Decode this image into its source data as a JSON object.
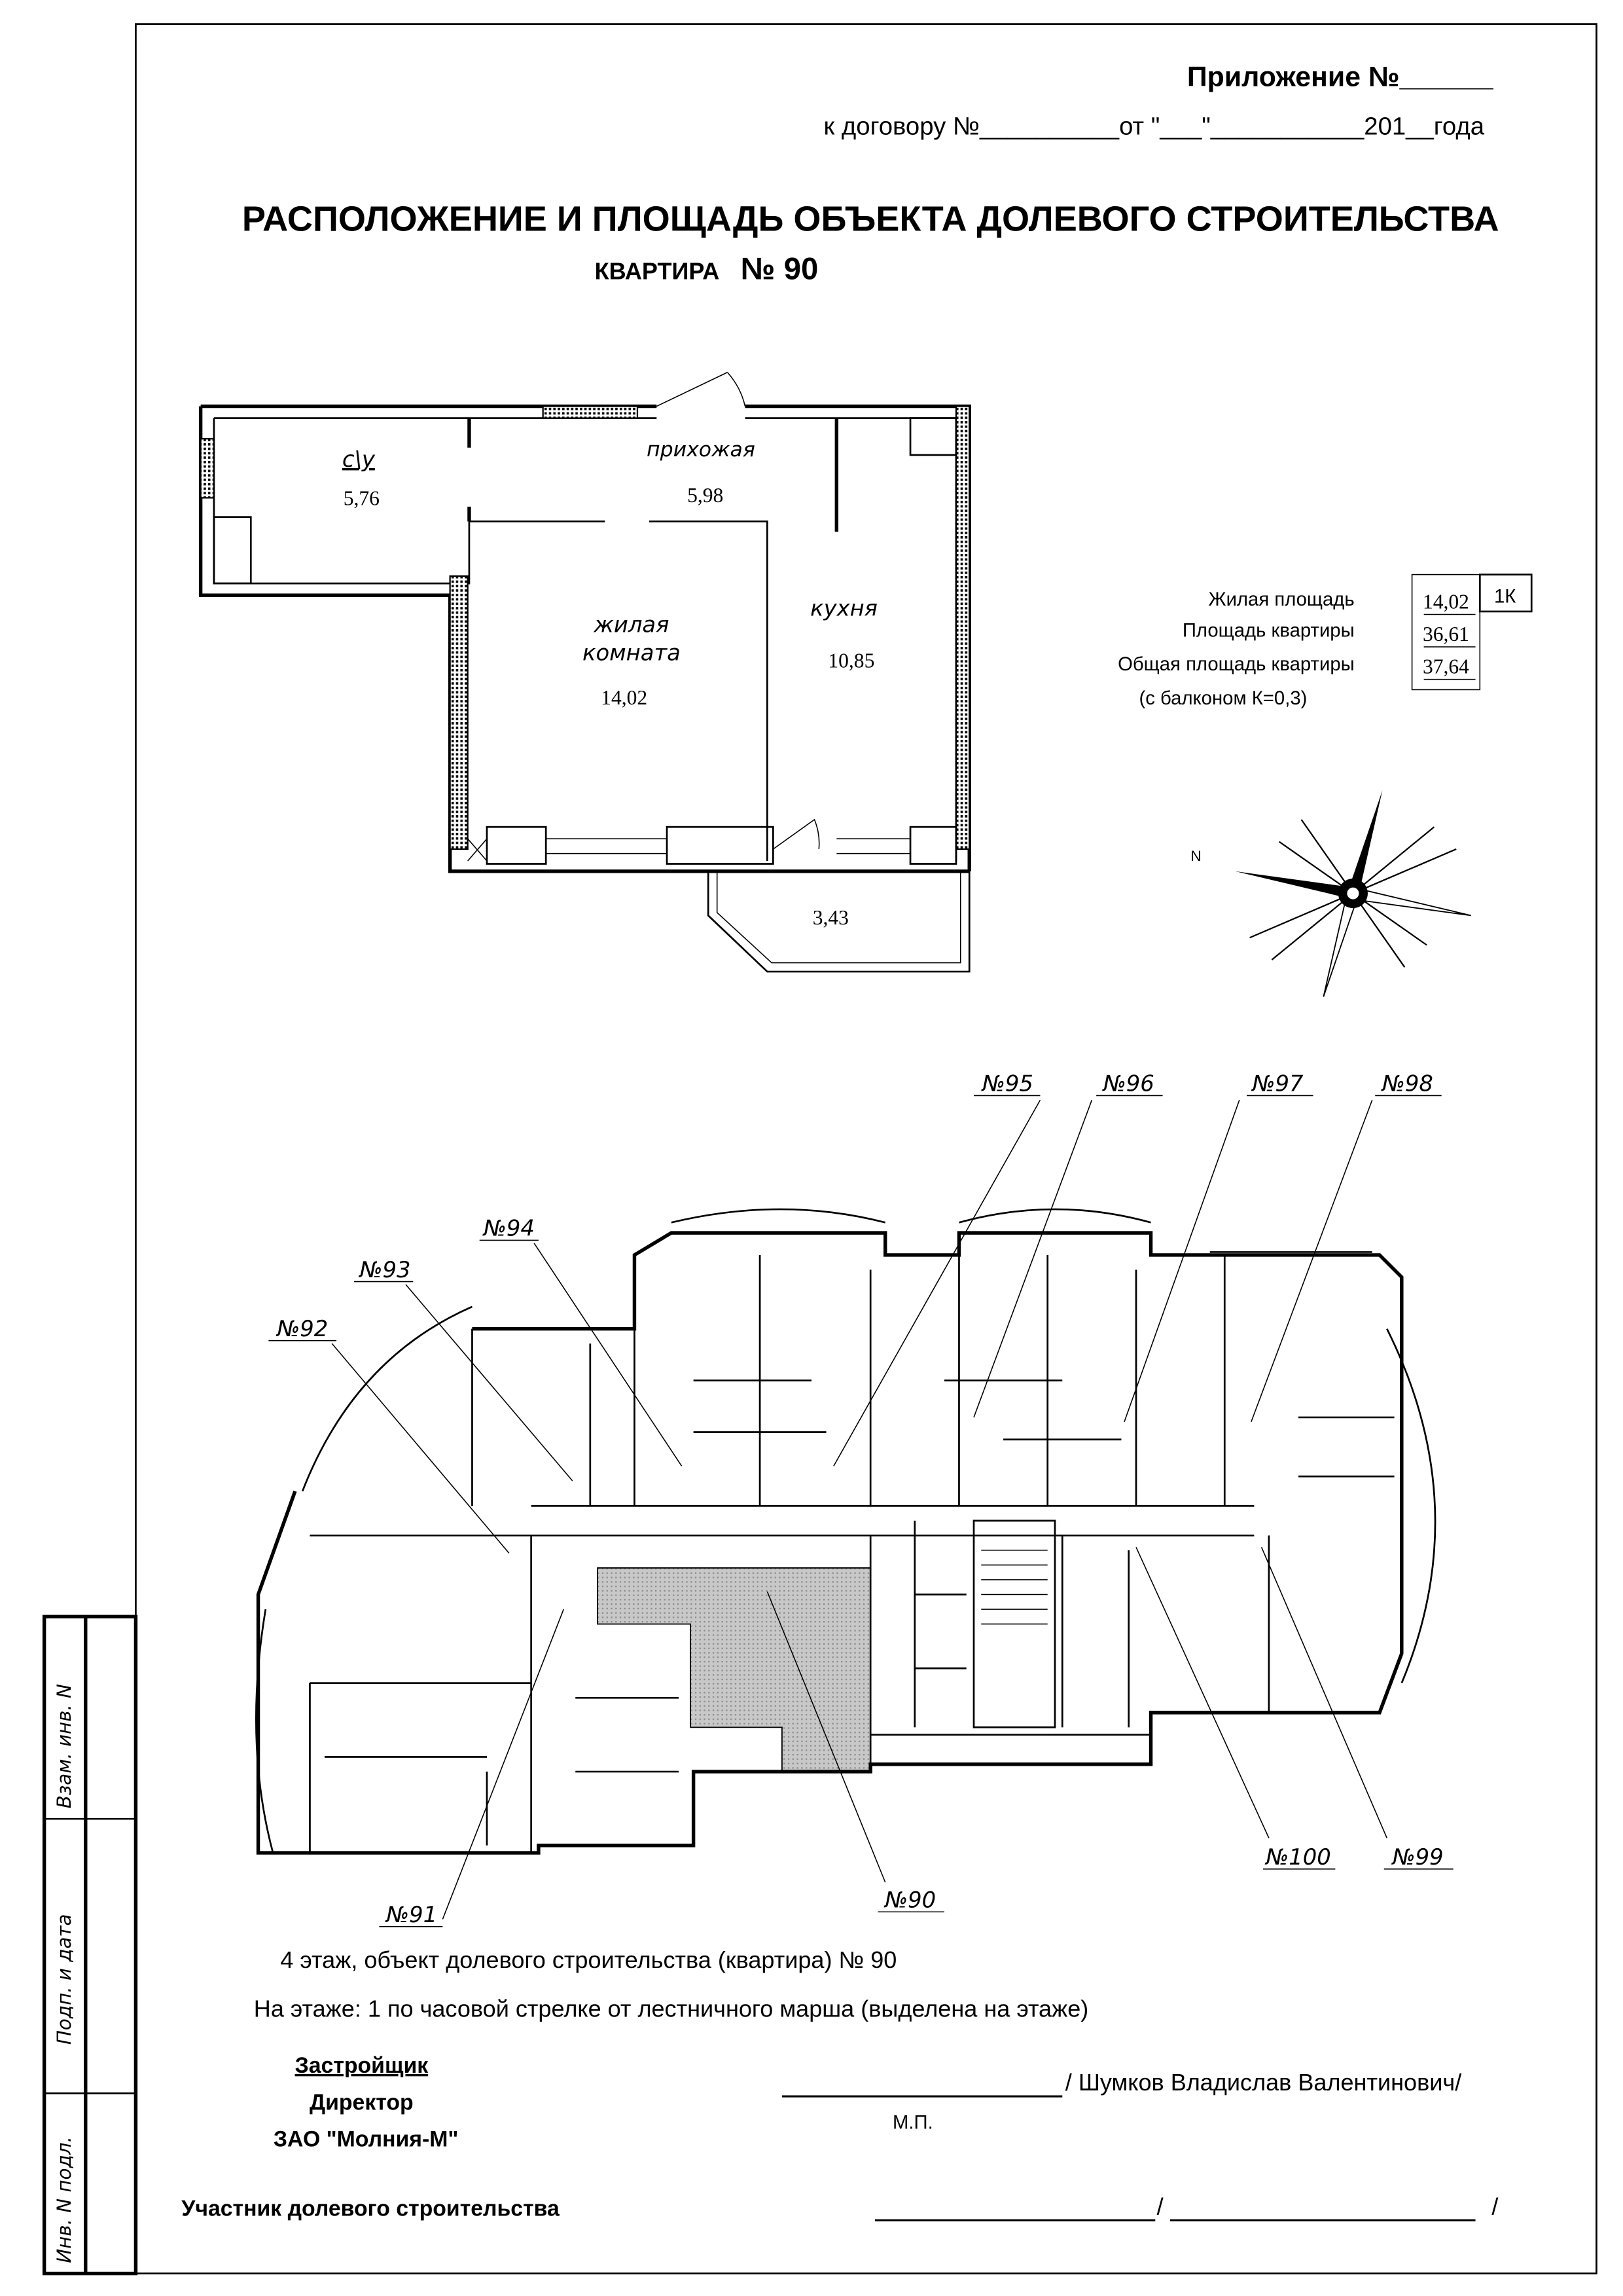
{
  "header": {
    "appendix": "Приложение №______",
    "contract": "к договору №__________от \"___\"___________201__года"
  },
  "title": "РАСПОЛОЖЕНИЕ И ПЛОЩАДЬ ОБЪЕКТА ДОЛЕВОГО СТРОИТЕЛЬСТВА",
  "subtitle": {
    "prefix": "КВАРТИРА",
    "number": "№ 90"
  },
  "apartment_plan": {
    "rooms": [
      {
        "name": "с\\у",
        "area": "5,76"
      },
      {
        "name": "прихожая",
        "area": "5,98"
      },
      {
        "name_line1": "жилая",
        "name_line2": "комната",
        "area": "14,02"
      },
      {
        "name": "кухня",
        "area": "10,85"
      },
      {
        "name": "",
        "area": "3,43"
      }
    ]
  },
  "area_summary": {
    "labels": [
      "Жилая площадь",
      "Площадь квартиры",
      "Общая площадь квартиры",
      "(с балконом К=0,3)"
    ],
    "values": [
      "14,02",
      "36,61",
      "37,64"
    ],
    "type": "1К"
  },
  "compass": {
    "north_label": "N"
  },
  "floor_plan": {
    "apartments": [
      "№95",
      "№96",
      "№97",
      "№98",
      "№94",
      "№93",
      "№92",
      "№91",
      "№90",
      "№100",
      "№99"
    ],
    "highlighted": "№90"
  },
  "notes": {
    "floor": "4 этаж, объект долевого строительства (квартира) № 90",
    "position": "На этаже:  1 по часовой стрелке от лестничного марша (выделена на этаже)"
  },
  "signatures": {
    "developer_heading": "Застройщик",
    "developer_role": "Директор",
    "developer_company": "ЗАО \"Молния-М\"",
    "developer_name": "/ Шумков Владислав Валентинович/",
    "stamp": "М.П.",
    "participant": "Участник долевого строительства",
    "slash": "/"
  },
  "stamp_column": [
    "Взам. инв. N",
    "Подп. и дата",
    "Инв. N подл."
  ]
}
